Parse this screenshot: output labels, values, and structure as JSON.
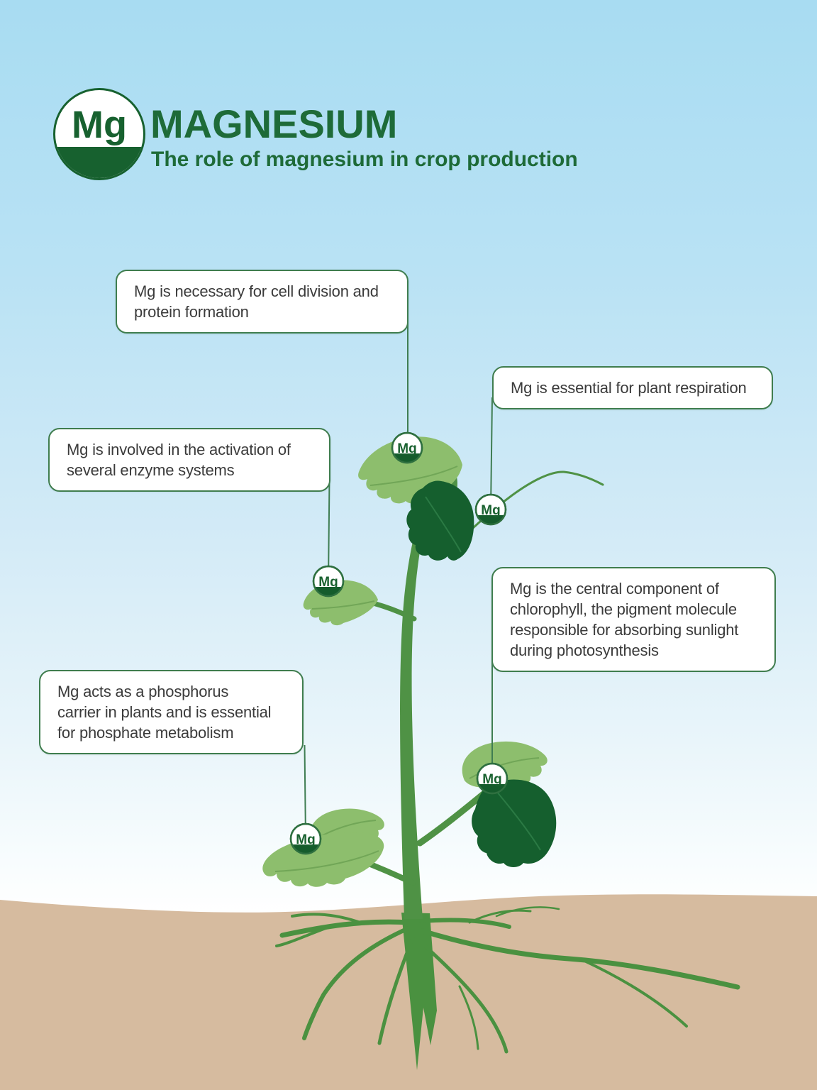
{
  "header": {
    "symbol": "Mg",
    "title": "MAGNESIUM",
    "subtitle": "The role of magnesium in crop production"
  },
  "badge_label": "Mg",
  "callouts": [
    {
      "id": "cell-division",
      "text": "Mg is necessary for cell division and\nprotein formation"
    },
    {
      "id": "respiration",
      "text": "Mg is essential for plant respiration"
    },
    {
      "id": "enzyme-systems",
      "text": "Mg is involved in the activation of\nseveral enzyme systems"
    },
    {
      "id": "chlorophyll",
      "text": "Mg is the central component of\nchlorophyll, the pigment molecule\nresponsible for absorbing sunlight\nduring photosynthesis"
    },
    {
      "id": "phosphorus-carrier",
      "text": "Mg acts as a phosphorus\ncarrier in plants and is essential\nfor phosphate metabolism"
    }
  ],
  "colors": {
    "accent_green": "#1e6b38",
    "dark_leaf": "#155f2e",
    "light_leaf": "#8dbe6d",
    "stem": "#4f9245",
    "root": "#4a9140",
    "soil": "#d6bb9f",
    "sky_top": "#a8dcf2",
    "callout_border": "#3f7d4e",
    "callout_text": "#3b3b3b"
  }
}
